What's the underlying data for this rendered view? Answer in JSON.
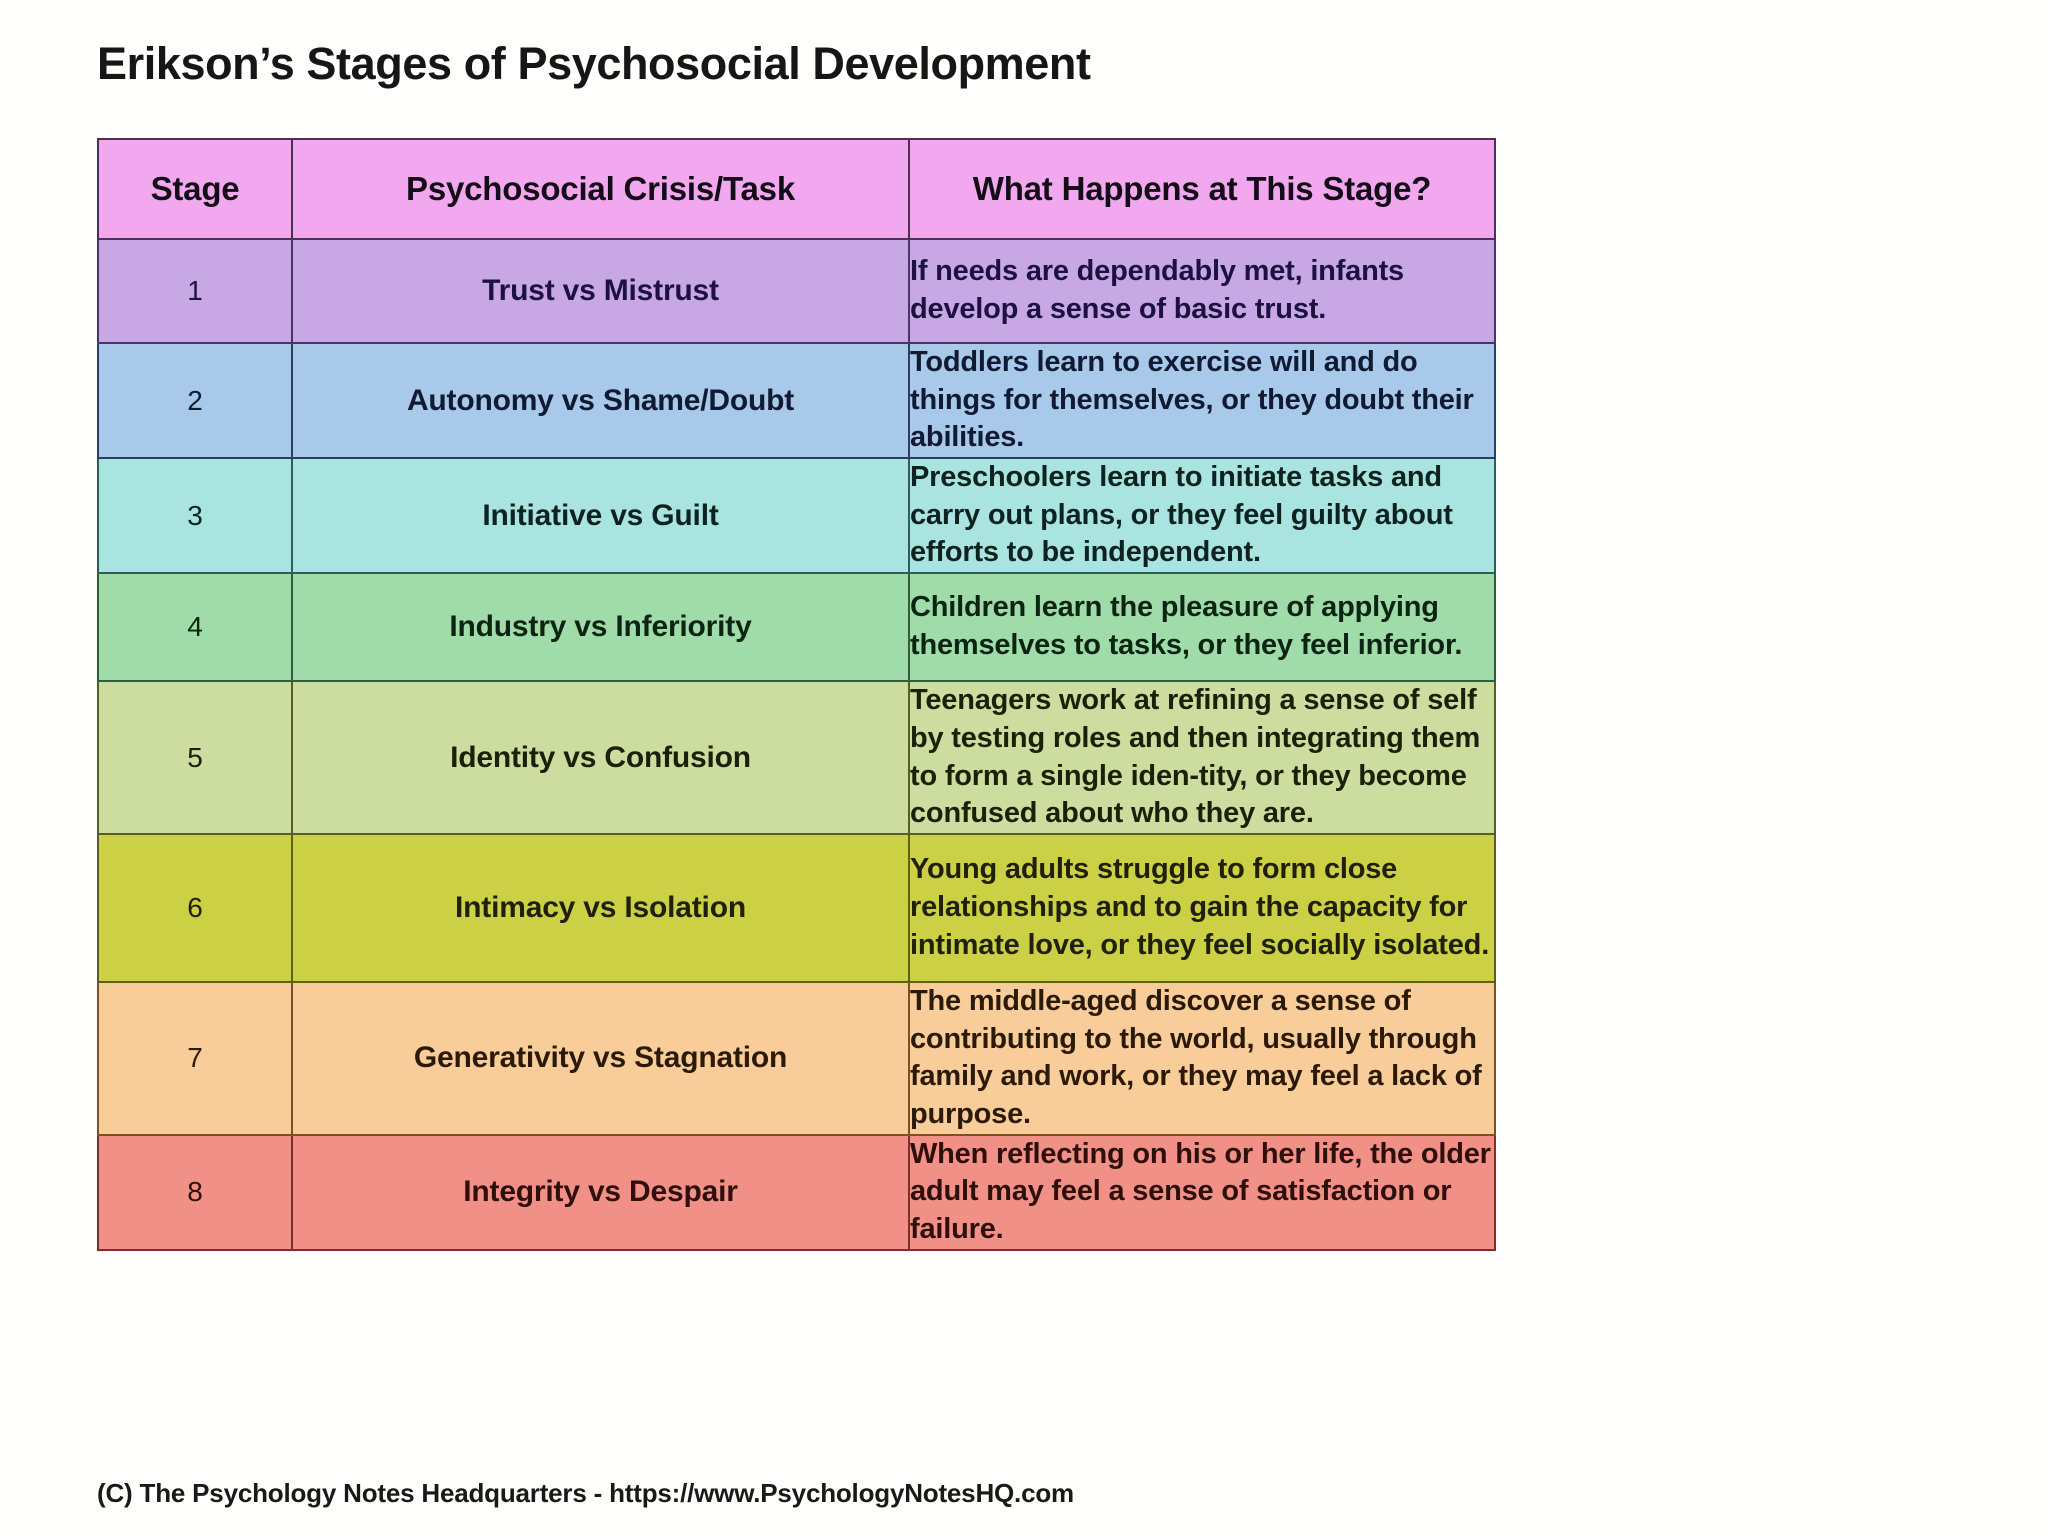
{
  "document": {
    "title": "Erikson’s Stages of Psychosocial Development",
    "credit": "(C) The Psychology Notes Headquarters - https://www.PsychologyNotesHQ.com"
  },
  "table": {
    "headers": {
      "stage": "Stage",
      "crisis": "Psychosocial Crisis/Task",
      "description": "What Happens at This Stage?"
    },
    "header_bg": "#f2a8ee",
    "border_color": "#4a3352",
    "rows": [
      {
        "stage": "1",
        "crisis": "Trust vs Mistrust",
        "description": "If needs are dependably met, infants develop a sense of basic trust.",
        "bg": "#c8a8e4"
      },
      {
        "stage": "2",
        "crisis": "Autonomy vs Shame/Doubt",
        "description": "Toddlers learn to exercise will and do things for themselves, or they doubt their abilities.",
        "bg": "#a9c9ea"
      },
      {
        "stage": "3",
        "crisis": "Initiative vs Guilt",
        "description": "Preschoolers learn to initiate tasks and carry out plans, or they feel guilty about efforts to be independent.",
        "bg": "#a9e4e0"
      },
      {
        "stage": "4",
        "crisis": "Industry vs Inferiority",
        "description": "Children learn the pleasure of applying themselves to tasks, or they feel inferior.",
        "bg": "#9fdca9"
      },
      {
        "stage": "5",
        "crisis": "Identity vs Confusion",
        "description": "Teenagers work at refining a sense of self by testing roles and then integrating them to form a single iden-tity, or they become confused about who they are.",
        "bg": "#cddd9f"
      },
      {
        "stage": "6",
        "crisis": "Intimacy vs Isolation",
        "description": "Young adults struggle to form close relationships and to gain the capacity for intimate love, or they feel socially isolated.",
        "bg": "#ccd044"
      },
      {
        "stage": "7",
        "crisis": "Generativity vs Stagnation",
        "description": "The middle-aged discover a sense of contributing to the world, usually through family and work, or they may feel a lack of purpose.",
        "bg": "#f8cd9a"
      },
      {
        "stage": "8",
        "crisis": "Integrity vs Despair",
        "description": "When reflecting on his or her life, the older adult may feel a sense of satisfaction or failure.",
        "bg": "#f09087"
      }
    ]
  }
}
